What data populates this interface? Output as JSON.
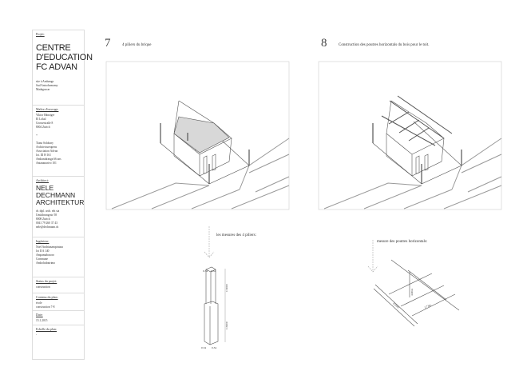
{
  "sidebar": {
    "project_label": "Projet:",
    "project_title": "CENTRE\nD'EDUCATION\nFC ADVAN",
    "project_location": "site à Ambanga\nSud Antsohomamy\nMadagascar",
    "owner_label": "Maître d'ouvrage:",
    "owner_text": "Viktor Hänziger\nEl Lokal\nGrossestraße 8\n8004 Zürich\n\n+\n\nTiana Solohary\nArchitectureapens\nAssociation Advan\nlot. III H 161\nAmbanidranga 66 ans\nAntananarivo 101",
    "architect_label": "Architect:",
    "architect_name": "NELE\nDECHMANN\nARCHITEKTUR",
    "architect_text": "dr. dipl. arch. eth sia\nUmfahrungsstr 58\n8008 Zürich\n0041 79 260 37 43\nnele@dechmann.ch",
    "engineer_label": "Ingénieur:",
    "engineer_text": "Noel Andrianampiraina\nlot II A 140\nAmpamabosoro\nCommune\nAmbohidratrimo",
    "stage_label": "Status du projet:",
    "stage_text": "construction",
    "content_label": "Contenu du plan:",
    "content_text": "école\nconstruction 7-8",
    "date_label": "Date:",
    "date_text": "15.1.2015",
    "scale_label": "Echelle du plan:",
    "scale_text": "-"
  },
  "steps": [
    {
      "number": "7",
      "caption": "4 piliers du brique",
      "detail_caption": "les mesures des 4 piliers:",
      "dims": [
        "0.34",
        "0.34",
        "1.5000",
        "1.5000",
        "0.34",
        "0.34"
      ]
    },
    {
      "number": "8",
      "caption": "Construction des poutres horizontals du bois pour le toit.",
      "detail_caption": "mesure des poutres horizontals:",
      "dims": [
        "4.00m",
        "8.00m",
        "2.73m"
      ]
    }
  ],
  "colors": {
    "line": "#555555",
    "roof_fill": "#d8d8d8",
    "border": "#dddddd"
  }
}
